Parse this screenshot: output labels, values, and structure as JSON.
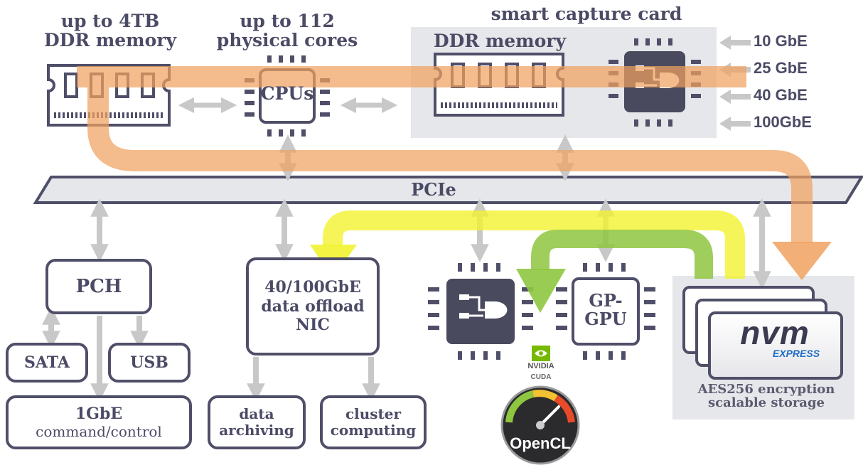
{
  "host": {
    "memory_label_line1": "up to 4TB",
    "memory_label_line2": "DDR memory",
    "cores_label_line1": "up to 112",
    "cores_label_line2": "physical cores",
    "cpu_chip_label": "CPUs"
  },
  "capture_card": {
    "title": "smart capture card",
    "memory_label": "DDR memory",
    "ports": [
      "10 GbE",
      "25 GbE",
      "40 GbE",
      "100GbE"
    ]
  },
  "bus": {
    "label": "PCIe"
  },
  "pch": {
    "label": "PCH",
    "sata_label": "SATA",
    "usb_label": "USB",
    "mgmt_title": "1GbE",
    "mgmt_sub": "command/control"
  },
  "nic": {
    "line1": "40/100GbE",
    "line2": "data offload",
    "line3": "NIC",
    "archiving_line1": "data",
    "archiving_line2": "archiving",
    "cluster_line1": "cluster",
    "cluster_line2": "computing"
  },
  "accelerators": {
    "gpgpu_line1": "GP-",
    "gpgpu_line2": "GPU",
    "nvidia_label": "NVIDIA",
    "cuda_label": "CUDA",
    "opencl_label": "OpenCL"
  },
  "storage": {
    "nvm_label": "nvm",
    "express_label": "EXPRESS",
    "caption_line1": "AES256 encryption",
    "caption_line2": "scalable storage"
  },
  "colors": {
    "outline": "#4f4f69",
    "arrow_gray": "#c8c8c8",
    "orange_path": "#f0a15f",
    "yellow_path": "#f2f230",
    "green_path": "#8ec63f",
    "panel": "#e6e7ea",
    "chip_dark": "#4a4a5e"
  }
}
